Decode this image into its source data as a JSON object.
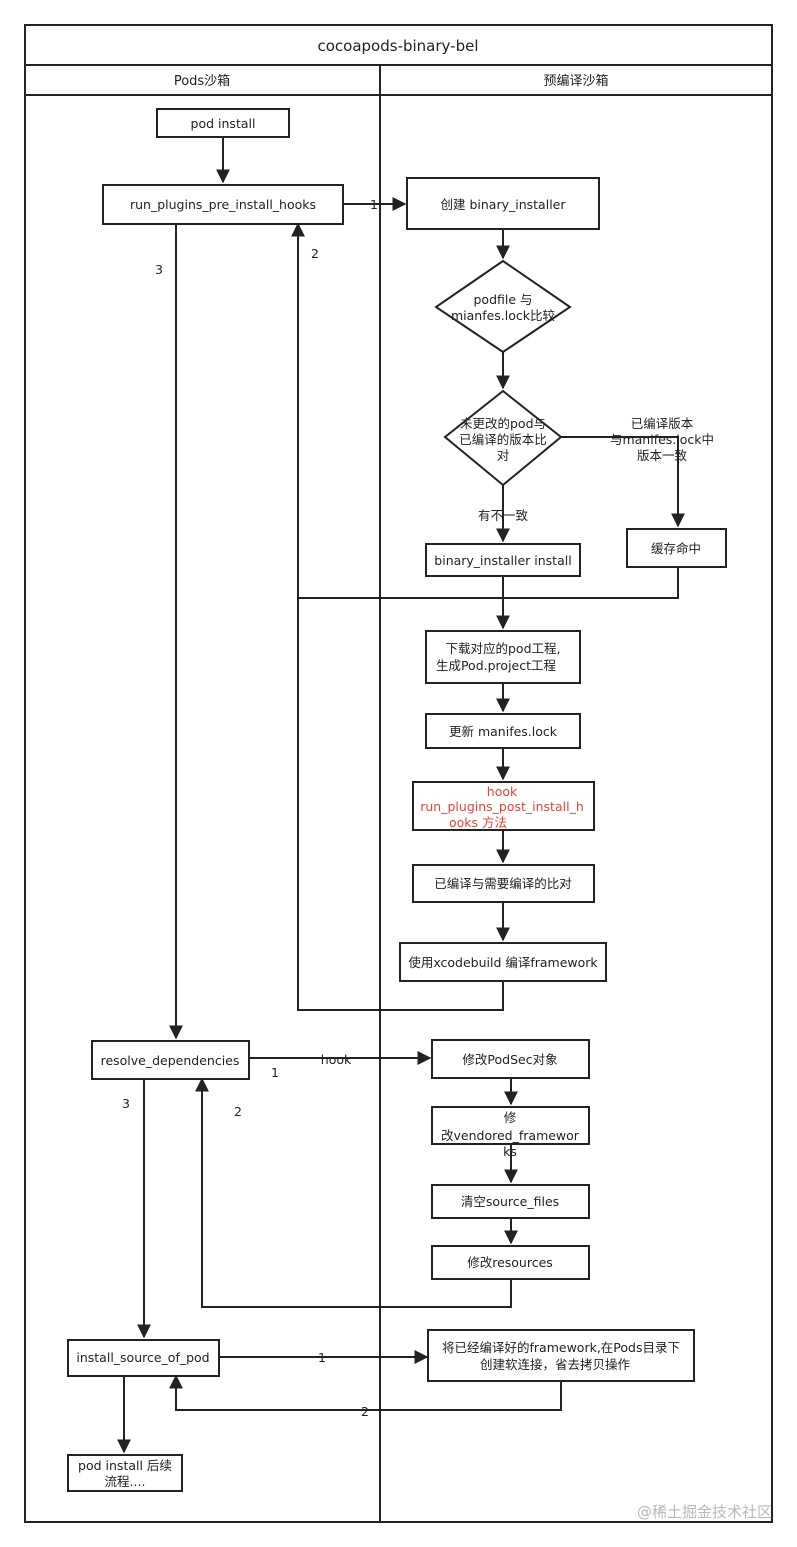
{
  "title": "cocoapods-binary-bel",
  "lanes": {
    "left": "Pods沙箱",
    "right": "预编译沙箱"
  },
  "nodes": {
    "pod_install": "pod install",
    "pre_install_hooks": "run_plugins_pre_install_hooks",
    "create_installer": "创建 binary_installer",
    "compare_lock": [
      "podfile 与",
      "mianfes.lock比较"
    ],
    "compare_version": [
      "未更改的pod与",
      "已编译的版本比",
      "对"
    ],
    "installer_install": "binary_installer install",
    "cache_hit": "缓存命中",
    "download_pod": [
      "下载对应的pod工程,",
      "生成Pod.project工程"
    ],
    "update_lock": "更新 manifes.lock",
    "post_install_hooks": [
      "hook",
      "run_plugins_post_install_h",
      "ooks 方法"
    ],
    "compare_compiled": "已编译与需要编译的比对",
    "xcodebuild": "使用xcodebuild 编译framework",
    "resolve_deps": "resolve_dependencies",
    "modify_podspec": "修改PodSec对象",
    "modify_vendored": [
      "修",
      "改vendored_framewor",
      "ks"
    ],
    "clear_source": "清空source_files",
    "modify_resources": "修改resources",
    "install_source": "install_source_of_pod",
    "symlink": [
      "将已经编译好的framework,在Pods目录下",
      "创建软连接，省去拷贝操作"
    ],
    "followup": [
      "pod install 后续",
      "流程...."
    ]
  },
  "edge_labels": {
    "pre_hooks_1": "1",
    "pre_hooks_2": "2",
    "pre_hooks_3": "3",
    "mismatch": "有不一致",
    "match": [
      "已编译版本",
      "与manifes.lock中",
      "版本一致"
    ],
    "resolve_hook": "hook",
    "resolve_1": "1",
    "resolve_2": "2",
    "resolve_3": "3",
    "install_1": "1",
    "install_2": "2"
  },
  "watermark": "@稀土掘金技术社区",
  "colors": {
    "stroke": "#222222",
    "highlight_text": "#e8423b"
  }
}
